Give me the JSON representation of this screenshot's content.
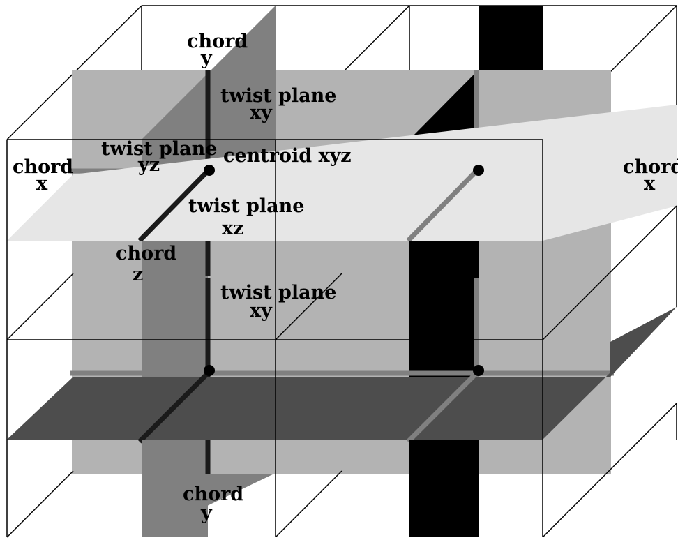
{
  "labels": {
    "chord_y_top_1": "chord",
    "chord_y_top_2": "y",
    "twist_plane_xy_top_1": "twist plane",
    "twist_plane_xy_top_2": "xy",
    "twist_plane_yz_1": "twist plane",
    "twist_plane_yz_2": "yz",
    "centroid": "centroid xyz",
    "chord_x_left_1": "chord",
    "chord_x_left_2": "x",
    "chord_x_right_1": "chord",
    "chord_x_right_2": "x",
    "twist_plane_xz_1": "twist plane",
    "twist_plane_xz_2": "xz",
    "chord_z_1": "chord",
    "chord_z_2": "z",
    "twist_plane_xy_mid_1": "twist plane",
    "twist_plane_xy_mid_2": "xy",
    "chord_y_bottom_1": "chord",
    "chord_y_bottom_2": "y"
  },
  "colors": {
    "plane_xy": "#b3b3b3",
    "plane_yz": "#808080",
    "plane_xz_upper": "#e6e6e6",
    "plane_xz_lower": "#4d4d4d",
    "plane_black": "#000000",
    "chord_dark": "#1a1a1a",
    "chord_gray": "#808080",
    "wireframe": "#000000"
  }
}
